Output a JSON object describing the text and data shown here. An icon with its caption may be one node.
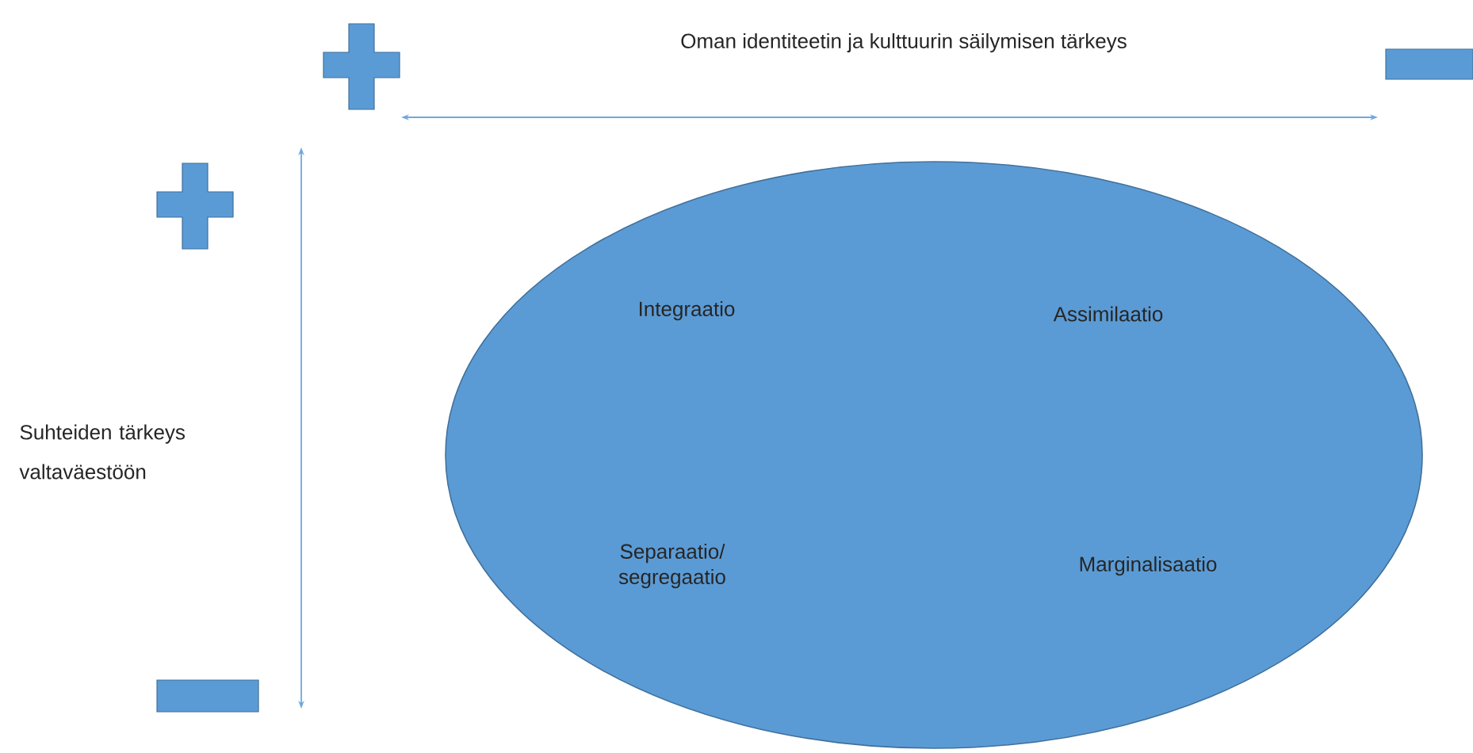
{
  "diagram": {
    "title": "Oman identiteetin ja kulttuurin säilymisen tärkeys",
    "nodes": [
      {
        "text": [
          "Integraatio",
          "Assimilaatio",
          "Separaatio/ segregaatio",
          "Marginalisaatio"
        ]
      }
    ],
    "labels": [
      "Suhteiden tärkeys valtaväestöön"
    ]
  }
}
